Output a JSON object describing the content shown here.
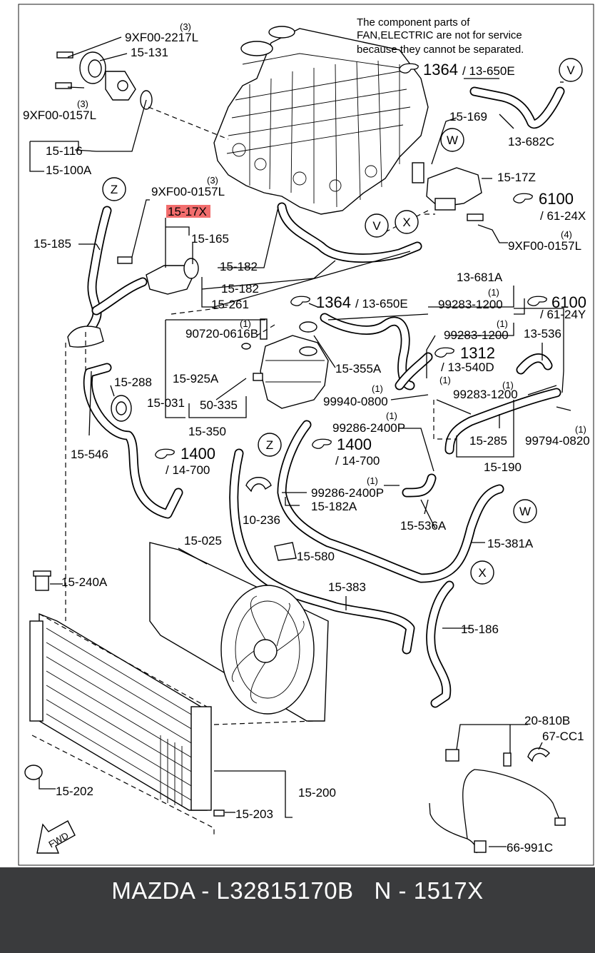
{
  "note": {
    "line1": "The component parts of",
    "line2": "FAN,ELECTRIC are not for service",
    "line3": "because they cannot be separated."
  },
  "highlight_color": "#f26d6d",
  "highlighted_part": "15-17X",
  "labels": {
    "p9xf00_2217l": "9XF00-2217L",
    "p15_131": "15-131",
    "p9xf00_0157l_a": "9XF00-0157L",
    "p15_116": "15-116",
    "p15_100a": "15-100A",
    "p9xf00_0157l_b": "9XF00-0157L",
    "p15_185": "15-185",
    "p15_165": "15-165",
    "p15_182_a": "15-182",
    "p15_182_b": "15-182",
    "p15_261": "15-261",
    "p90720": "90720-0616B",
    "p15_925a": "15-925A",
    "p15_031": "15-031",
    "p50_335": "50-335",
    "p15_350": "15-350",
    "p15_288": "15-288",
    "p15_546": "15-546",
    "p15_355a": "15-355A",
    "p13_682c": "13-682C",
    "p15_169": "15-169",
    "p15_17z": "15-17Z",
    "p61_24x": "/ 61-24X",
    "p9xf00_0157l_c": "9XF00-0157L",
    "p13_681a": "13-681A",
    "p99283_a": "99283-1200",
    "p99283_b": "99283-1200",
    "p99283_c": "99283-1200",
    "p61_24y": "/ 61-24Y",
    "p13_536": "13-536",
    "p13_540d": "/ 13-540D",
    "p99940": "99940-0800",
    "p99286_a": "99286-2400P",
    "p99286_b": "99286-2400P",
    "p15_285": "15-285",
    "p15_190": "15-190",
    "p99794": "99794-0820",
    "p14_700_a": "/ 14-700",
    "p14_700_b": "/ 14-700",
    "p15_182a": "15-182A",
    "p15_536a": "15-536A",
    "p10_236": "10-236",
    "p15_580": "15-580",
    "p15_381a": "15-381A",
    "p15_025": "15-025",
    "p15_383": "15-383",
    "p15_240a": "15-240A",
    "p15_186": "15-186",
    "p20_810b": "20-810B",
    "p67_cc1": "67-CC1",
    "p15_202": "15-202",
    "p15_200": "15-200",
    "p15_203": "15-203",
    "p66_991c": "66-991C",
    "p13_650e_a": "/ 13-650E",
    "p13_650e_b": "/ 13-650E",
    "fwd": "FWD"
  },
  "quantities": {
    "q3_a": "(3)",
    "q3_b": "(3)",
    "q3_c": "(3)",
    "q4": "(4)",
    "q1_a": "(1)",
    "q1_b": "(1)",
    "q1_c": "(1)",
    "q1_d": "(1)",
    "q1_e": "(1)",
    "q1_f": "(1)",
    "q1_g": "(1)",
    "q1_h": "(1)",
    "q1_i": "(1)"
  },
  "refs": {
    "r1364_a": "1364",
    "r1364_b": "1364",
    "r6100_a": "6100",
    "r6100_b": "6100",
    "r1312": "1312",
    "r1400_a": "1400",
    "r1400_b": "1400"
  },
  "callouts": {
    "v1": "V",
    "v2": "V",
    "w1": "W",
    "w2": "W",
    "x1": "X",
    "x2": "X",
    "z1": "Z",
    "z2": "Z"
  },
  "footer": {
    "text": "MAZDA - L32815170B   N - 1517X"
  }
}
